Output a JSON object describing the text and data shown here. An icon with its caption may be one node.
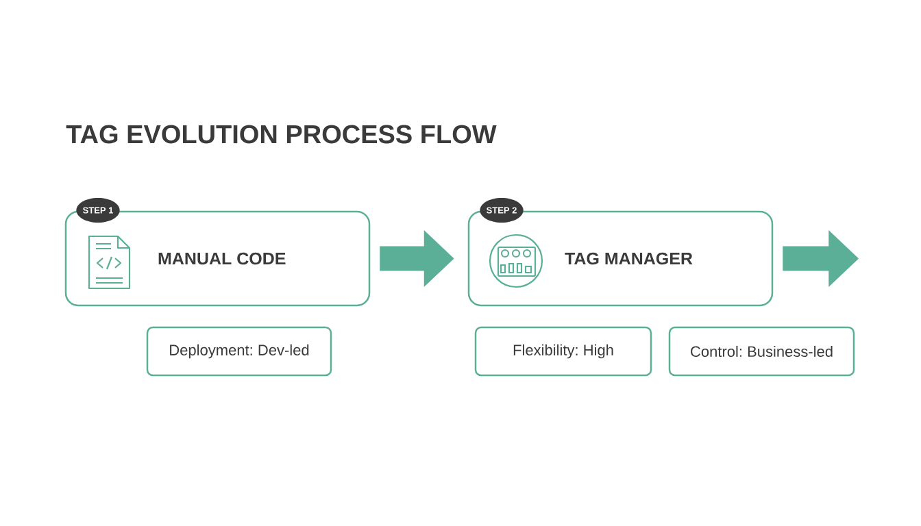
{
  "diagram": {
    "title": "TAG EVOLUTION PROCESS FLOW",
    "nodes": [
      {
        "text": [
          "STEP 1"
        ]
      },
      {
        "text": [
          "MANUAL CODE"
        ]
      },
      {
        "text": [
          "STEP 2"
        ]
      },
      {
        "text": [
          "TAG MANAGER"
        ]
      },
      {
        "text": [
          "Deployment: Dev-led"
        ]
      },
      {
        "text": [
          "Flexibility: High"
        ]
      },
      {
        "text": [
          "Control: Business-led"
        ]
      }
    ],
    "edges": [
      {
        "from": 1,
        "to": 3,
        "arrow": "to"
      },
      {
        "from": 3,
        "to": null,
        "arrow": "to"
      }
    ]
  }
}
